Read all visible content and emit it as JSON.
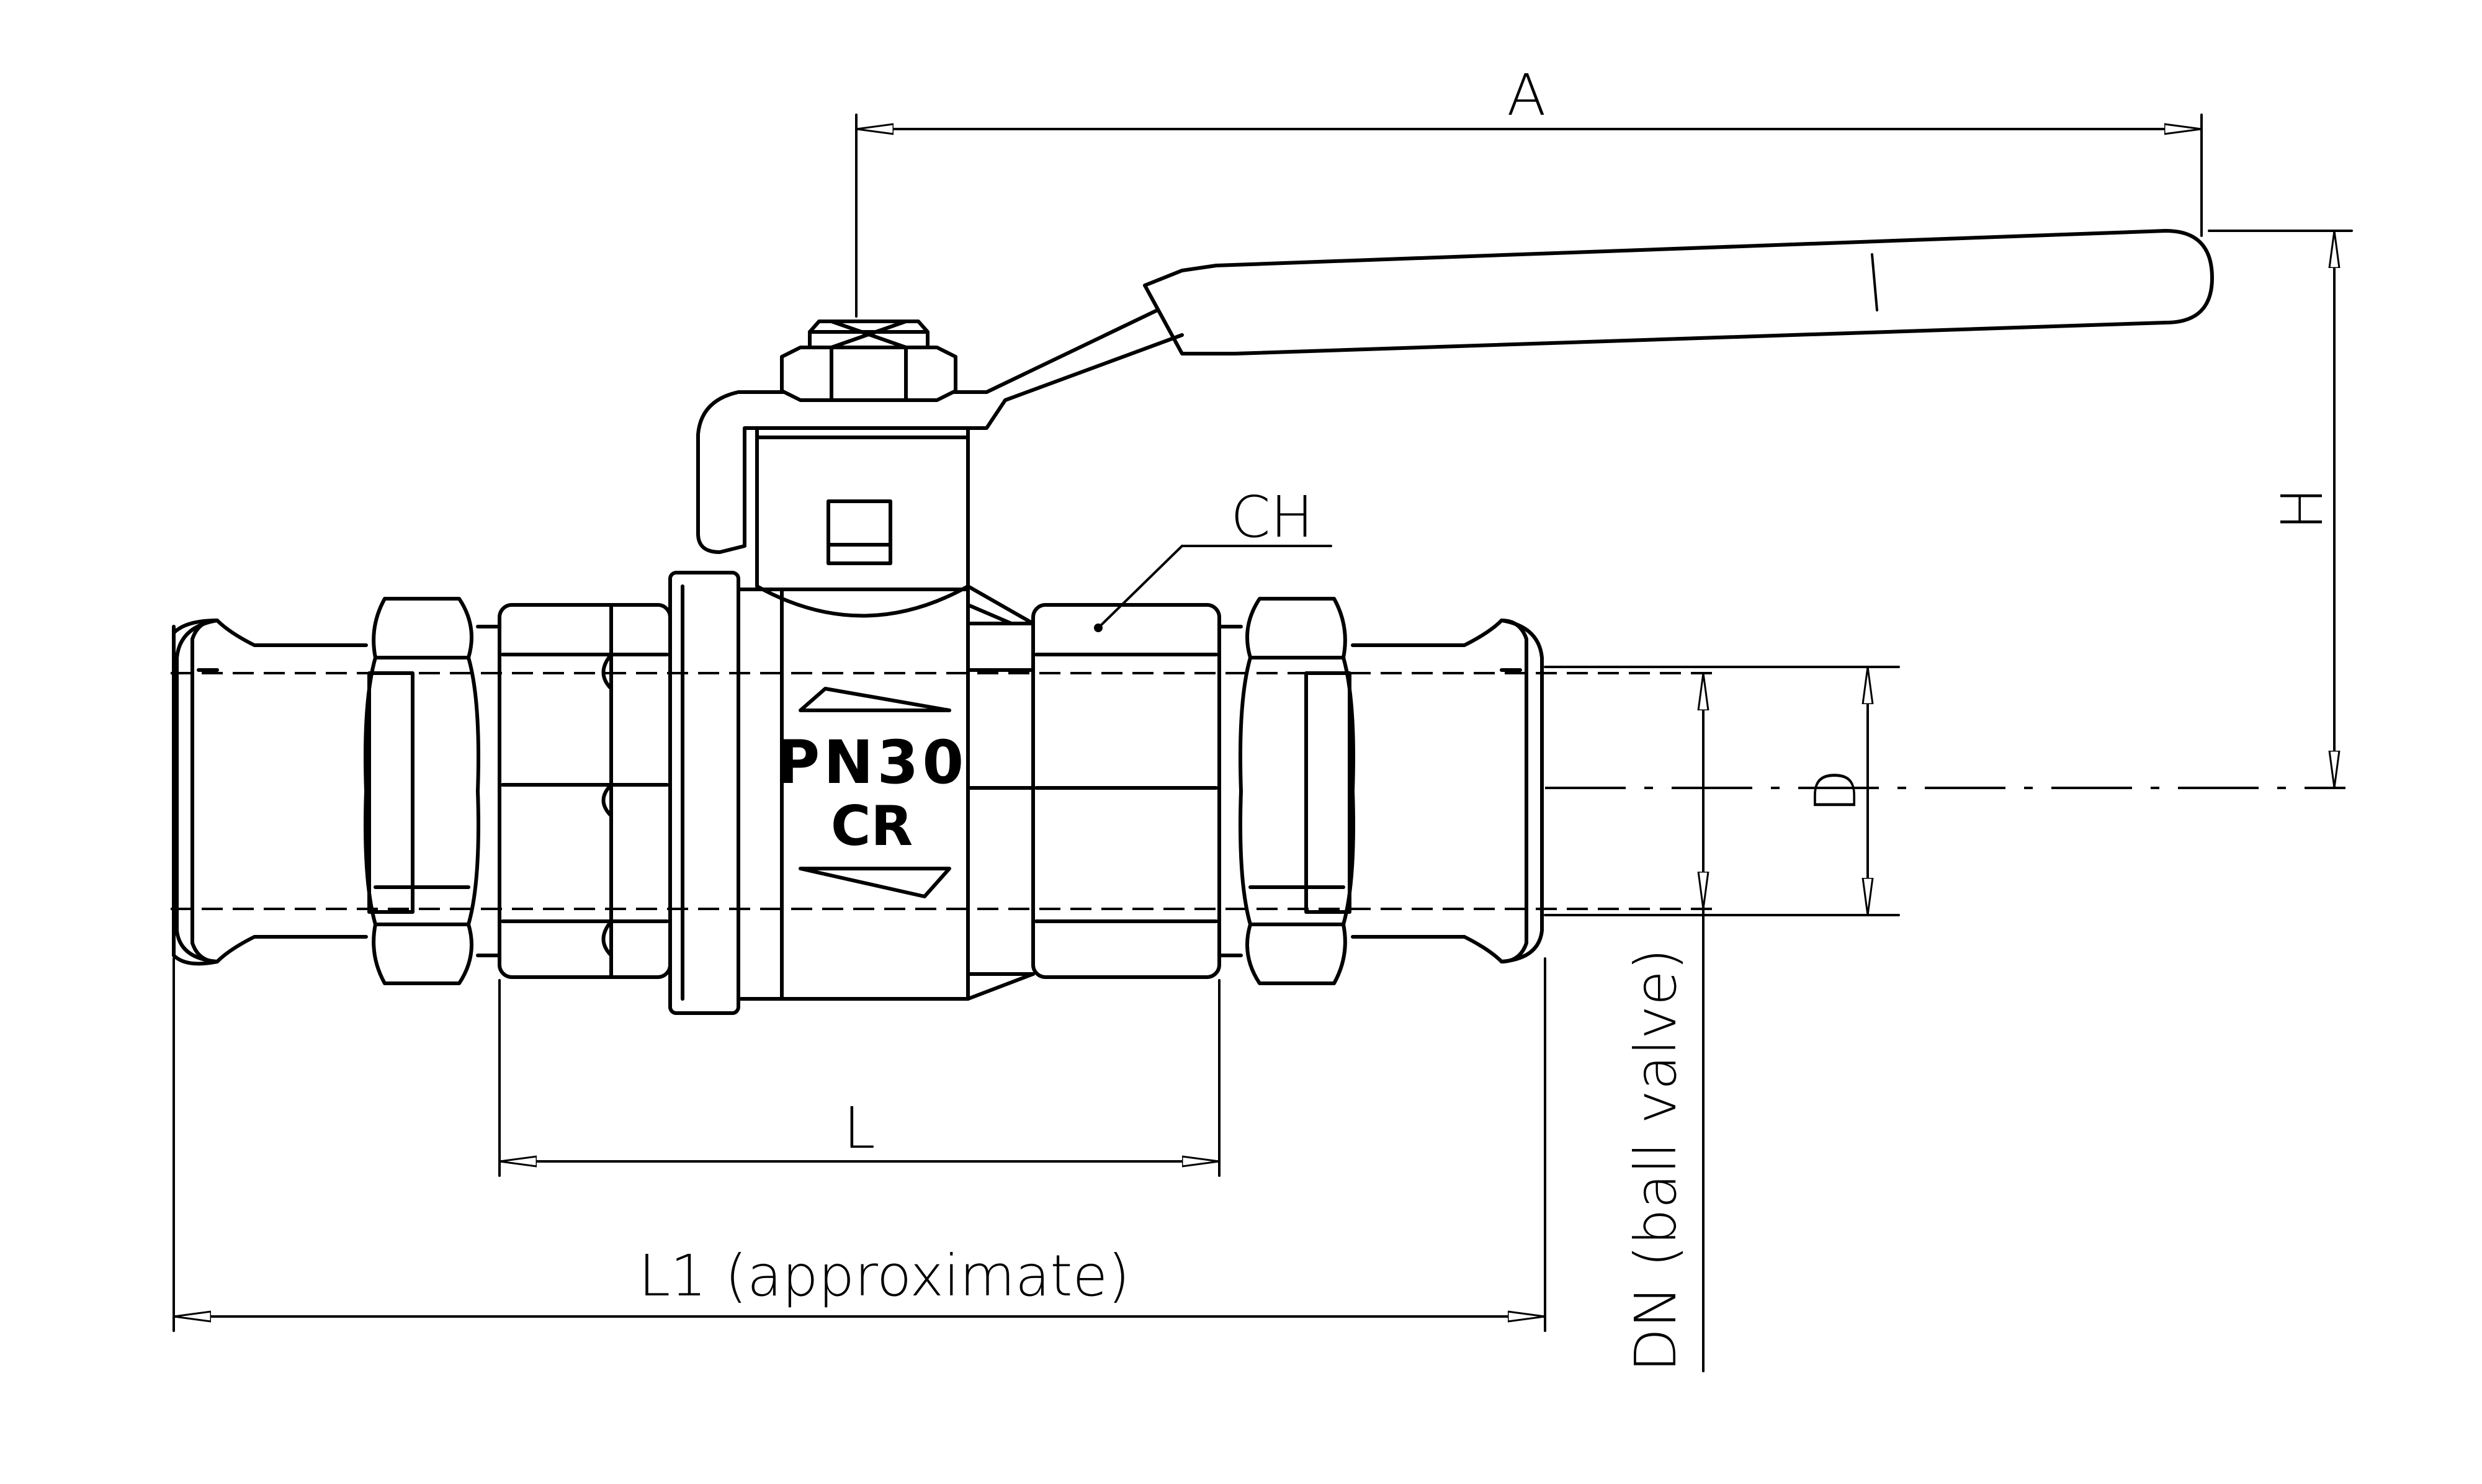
{
  "dimensions": {
    "A": "A",
    "H": "H",
    "CH": "CH",
    "D": "D",
    "L": "L",
    "L1": "L1 (approximate)",
    "DN": "DN (ball valve)"
  },
  "body_marking": {
    "pressure": "PN30",
    "logo": "CR"
  }
}
